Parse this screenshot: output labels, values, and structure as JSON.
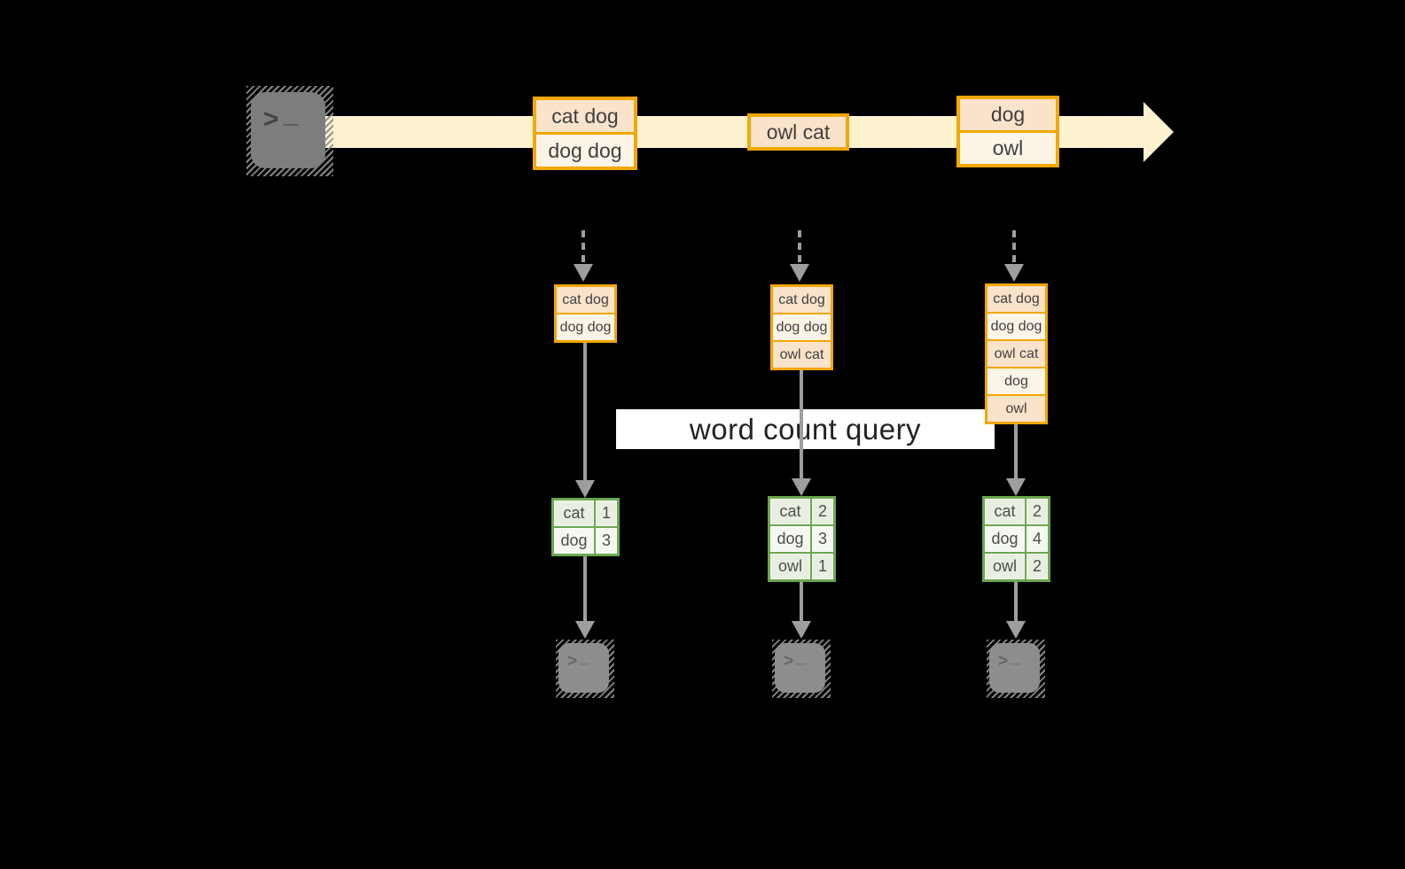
{
  "diagram": {
    "description": "streaming word count",
    "query": {
      "label": "word count query"
    },
    "stream": {
      "source_icon": "terminal-icon",
      "prompt_gt": ">",
      "prompt_underscore": "_",
      "events": [
        {
          "lines": [
            "cat dog",
            "dog dog"
          ]
        },
        {
          "lines": [
            "owl cat"
          ]
        },
        {
          "lines": [
            "dog",
            "owl"
          ]
        }
      ]
    },
    "columns": [
      {
        "buffer": [
          "cat dog",
          "dog dog"
        ],
        "counts": [
          {
            "word": "cat",
            "count": "1"
          },
          {
            "word": "dog",
            "count": "3"
          }
        ],
        "sink_icon": "terminal-icon"
      },
      {
        "buffer": [
          "cat dog",
          "dog dog",
          "owl cat"
        ],
        "counts": [
          {
            "word": "cat",
            "count": "2"
          },
          {
            "word": "dog",
            "count": "3"
          },
          {
            "word": "owl",
            "count": "1"
          }
        ],
        "sink_icon": "terminal-icon"
      },
      {
        "buffer": [
          "cat dog",
          "dog dog",
          "owl cat",
          "dog",
          "owl"
        ],
        "counts": [
          {
            "word": "cat",
            "count": "2"
          },
          {
            "word": "dog",
            "count": "4"
          },
          {
            "word": "owl",
            "count": "2"
          }
        ],
        "sink_icon": "terminal-icon"
      }
    ],
    "colors": {
      "background": "#000000",
      "stream_arrow": "#fcf2cf",
      "event_border": "#f2a702",
      "event_fill_a": "#fae3cb",
      "event_fill_b": "#fdf4e8",
      "table_border": "#6aa74f",
      "table_fill_a": "#e9efe0",
      "table_fill_b": "#f5f8f0",
      "arrow_gray": "#9e9e9e",
      "query_band": "#ffffff"
    }
  }
}
